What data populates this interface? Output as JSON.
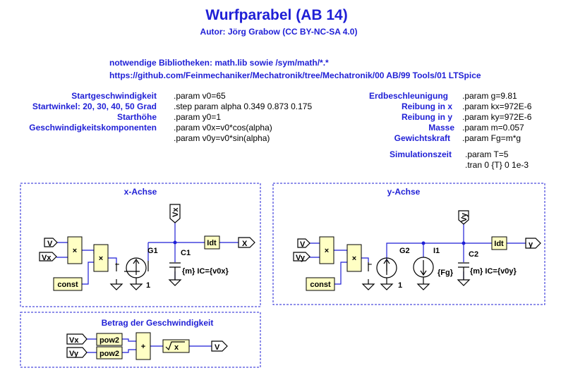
{
  "header": {
    "title": "Wurfparabel (AB 14)",
    "author": "Autor: Jörg Grabow (CC BY-NC-SA 4.0)",
    "libs": "notwendige Bibliotheken: math.lib sowie /sym/math/*.*",
    "url": "https://github.com/Feinmechaniker/Mechatronik/tree/Mechatronik/00 AB/99 Tools/01 LTSpice"
  },
  "params_left": [
    {
      "label": "Startgeschwindigkeit",
      "cmd": ".param v0=65"
    },
    {
      "label": "Startwinkel: 20, 30, 40, 50 Grad",
      "cmd": ".step param alpha 0.349 0.873 0.175"
    },
    {
      "label": "Starthöhe",
      "cmd": ".param y0=1"
    },
    {
      "label": "Geschwindigkeitskomponenten",
      "cmd": ".param v0x=v0*cos(alpha)"
    },
    {
      "label": "",
      "cmd": ".param v0y=v0*sin(alpha)"
    }
  ],
  "params_right": [
    {
      "label": "Erdbeschleunigung",
      "cmd": ".param g=9.81"
    },
    {
      "label": "Reibung in x",
      "cmd": ".param kx=972E-6"
    },
    {
      "label": "Reibung in y",
      "cmd": ".param ky=972E-6"
    },
    {
      "label": "Masse",
      "cmd": ".param m=0.057"
    },
    {
      "label": "Gewichtskraft",
      "cmd": ".param Fg=m*g"
    }
  ],
  "simulation": {
    "label": "Simulationszeit",
    "param": ".param T=5",
    "tran": ".tran 0 {T} 0 1e-3"
  },
  "x_axis": {
    "title": "x-Achse",
    "in1": "V",
    "in2": "Vx",
    "mul": "×",
    "const": "const",
    "source": "G1",
    "ground_label": "1",
    "cap": "C1",
    "cap_value": "{m} IC={v0x}",
    "probe": "Vx",
    "integrator": "Idt",
    "out": "X",
    "minus": "–"
  },
  "y_axis": {
    "title": "y-Achse",
    "in1": "V",
    "in2": "Vy",
    "mul": "×",
    "const": "const",
    "source": "G2",
    "ground_label": "1",
    "isrc": "I1",
    "isrc_value": "{Fg}",
    "cap": "C2",
    "cap_value": "{m} IC={v0y}",
    "probe": "Vy",
    "integrator": "Idt",
    "out": "y",
    "minus": "–"
  },
  "magnitude": {
    "title": "Betrag der Geschwindigkeit",
    "in1": "Vx",
    "in2": "Vy",
    "pow": "pow2",
    "plus": "+",
    "sqrt": "x",
    "out": "V"
  }
}
